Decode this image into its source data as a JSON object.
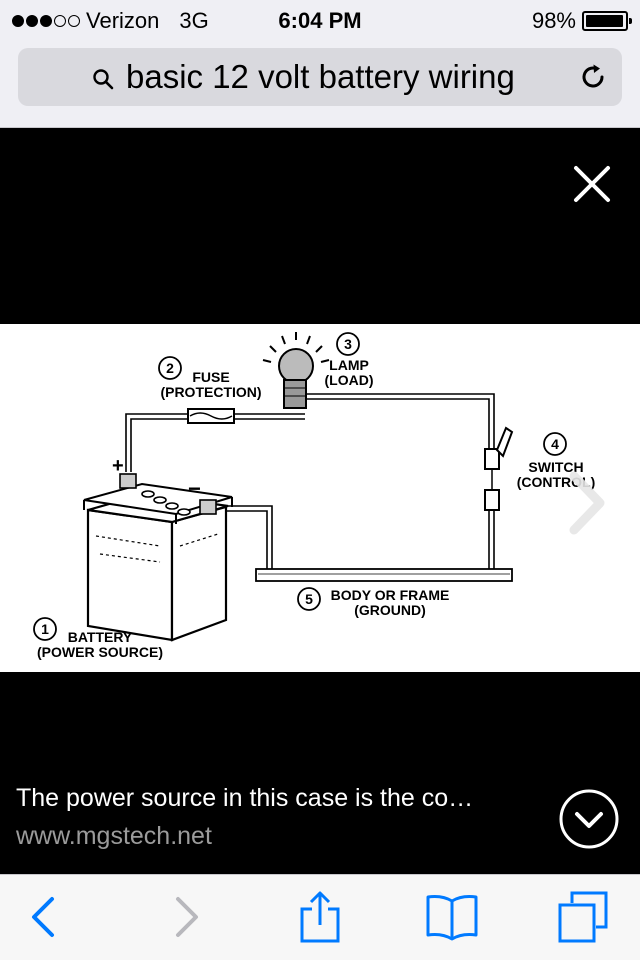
{
  "status_bar": {
    "carrier": "Verizon",
    "network": "3G",
    "signal_bars_filled": 3,
    "signal_bars_total": 5,
    "time": "6:04 PM",
    "battery_percent": "98%",
    "battery_level": 0.98
  },
  "search": {
    "query": "basic 12 volt battery wiring"
  },
  "diagram": {
    "battery_number": "1",
    "battery_label": "BATTERY",
    "battery_sublabel": "(POWER SOURCE)",
    "fuse_number": "2",
    "fuse_label": "FUSE",
    "fuse_sublabel": "(PROTECTION)",
    "lamp_number": "3",
    "lamp_label": "LAMP",
    "lamp_sublabel": "(LOAD)",
    "switch_number": "4",
    "switch_label": "SWITCH",
    "switch_sublabel": "(CONTROL)",
    "ground_number": "5",
    "ground_label": "BODY OR FRAME",
    "ground_sublabel": "(GROUND)",
    "positive_sign": "+",
    "negative_sign": "−"
  },
  "viewer": {
    "caption": "The power source in this case is the co…",
    "source": "www.mgstech.net"
  },
  "colors": {
    "ios_blue": "#007aff",
    "disabled": "#b8b8bd",
    "chrome_bg": "#efeff4"
  },
  "toolbar": {
    "back_icon": "chevron-left-icon",
    "forward_icon": "chevron-right-icon",
    "share_icon": "share-icon",
    "bookmarks_icon": "book-icon",
    "tabs_icon": "tabs-icon"
  }
}
